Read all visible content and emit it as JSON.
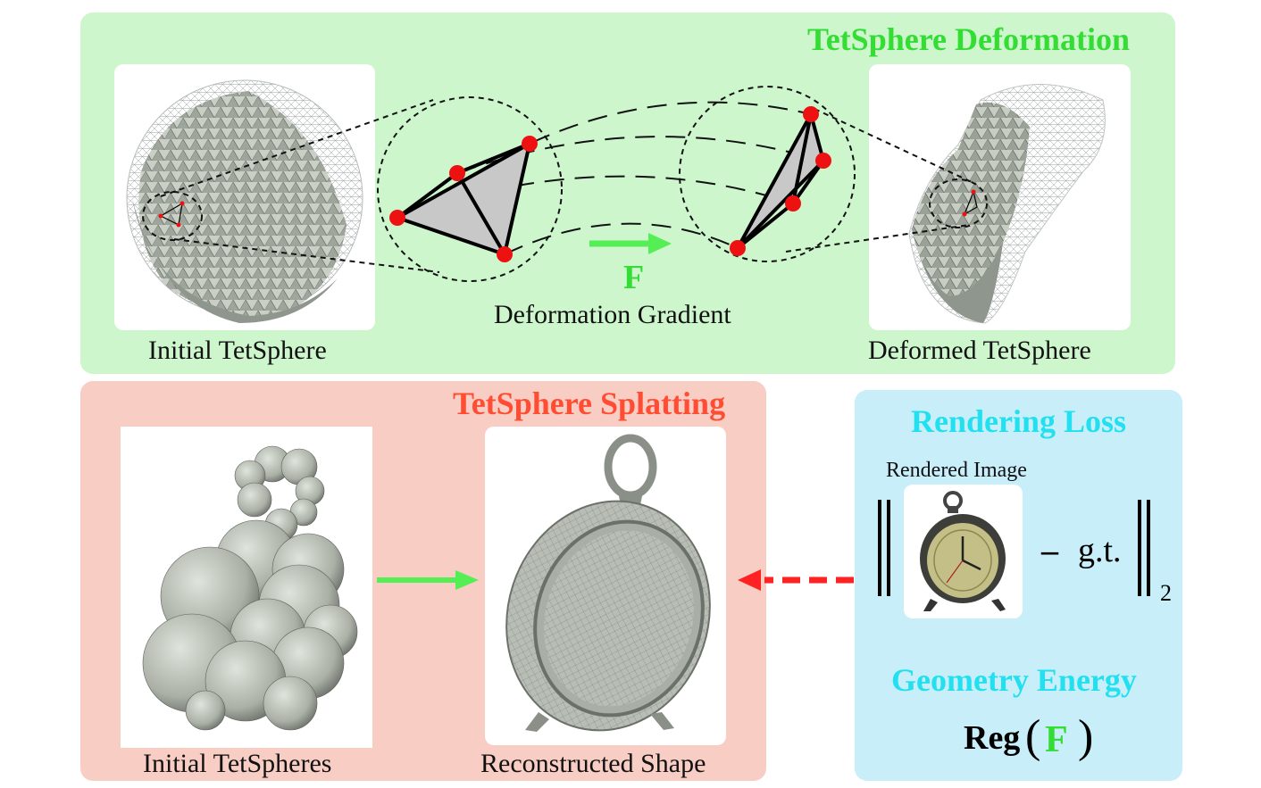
{
  "colors": {
    "deformation_panel": "#cdf6cd",
    "splatting_panel": "#f8cdc4",
    "loss_panel": "#c8eefa",
    "deformation_title": "#33dd33",
    "splatting_title": "#ff4d33",
    "loss_title": "#22e0f0",
    "vertex": "#ee1111",
    "arrow_green": "#55ee55",
    "arrow_red": "#ff2222"
  },
  "deformation": {
    "title": "TetSphere Deformation",
    "initial_caption": "Initial TetSphere",
    "deformed_caption": "Deformed TetSphere",
    "gradient_symbol": "F",
    "gradient_caption": "Deformation Gradient"
  },
  "splatting": {
    "title": "TetSphere Splatting",
    "initial_caption": "Initial TetSpheres",
    "reconstructed_caption": "Reconstructed Shape"
  },
  "loss": {
    "rendering_title": "Rendering Loss",
    "rendered_image_label": "Rendered Image",
    "minus": "–",
    "gt": "g.t.",
    "norm_subscript": "2",
    "geometry_title": "Geometry Energy",
    "reg_label": "Reg",
    "reg_open": "(",
    "reg_symbol": "F",
    "reg_close": ")"
  }
}
